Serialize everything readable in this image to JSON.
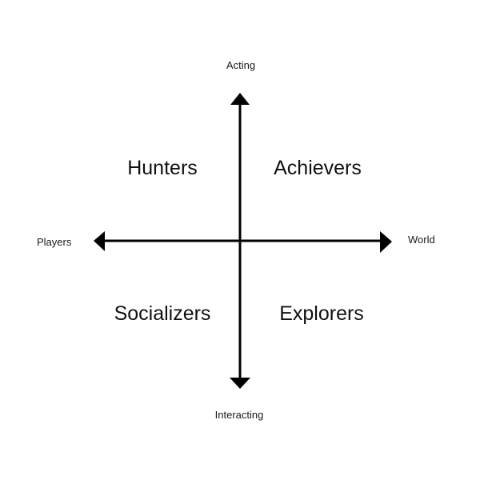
{
  "diagram": {
    "axes": {
      "top": "Acting",
      "bottom": "Interacting",
      "left": "Players",
      "right": "World"
    },
    "quadrants": {
      "top_left": "Hunters",
      "top_right": "Achievers",
      "bottom_left": "Socializers",
      "bottom_right": "Explorers"
    },
    "colors": {
      "line": "#000000",
      "text": "#111111",
      "background": "#ffffff"
    }
  }
}
